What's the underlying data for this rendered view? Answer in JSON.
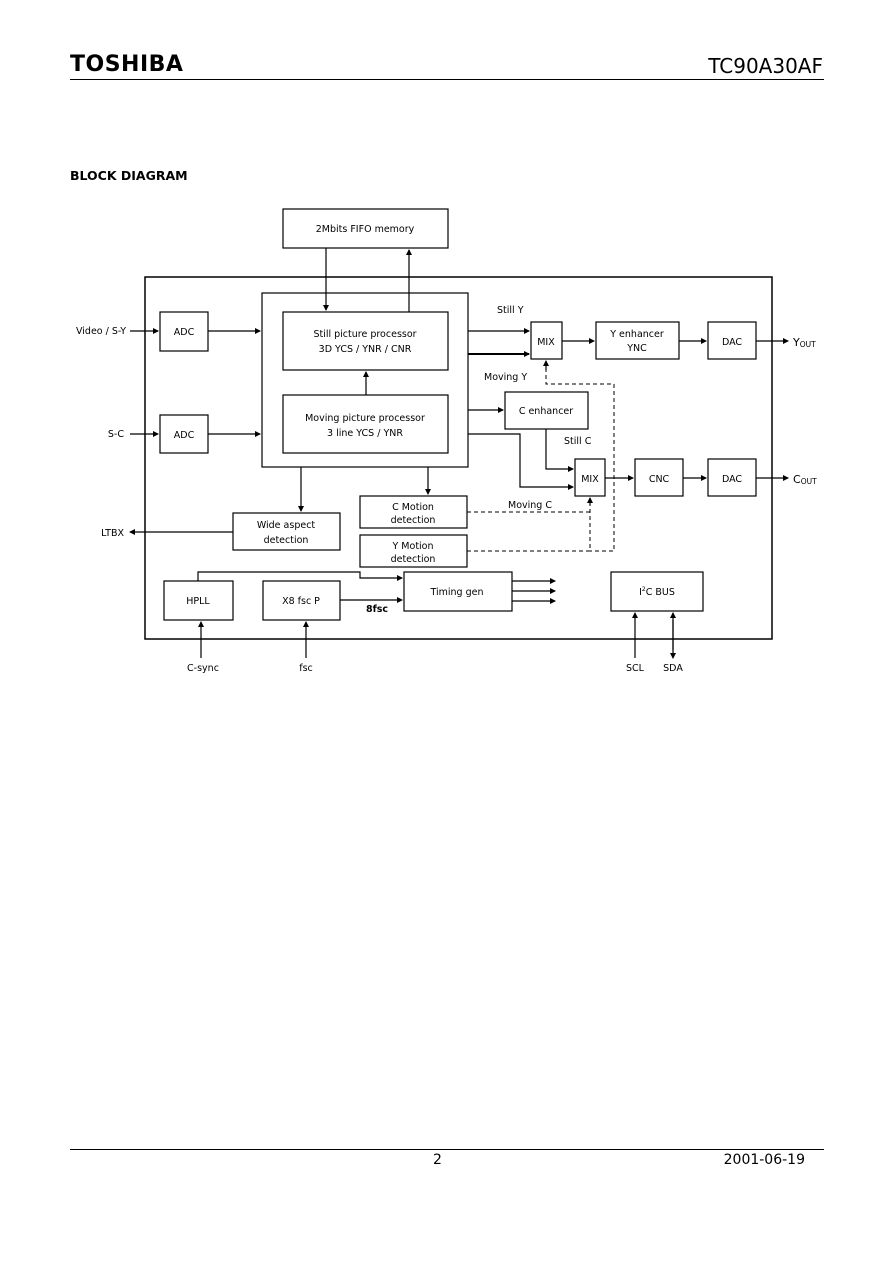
{
  "header": {
    "logo": "TOSHIBA",
    "part_number": "TC90A30AF"
  },
  "section_title": "BLOCK DIAGRAM",
  "diagram": {
    "fifo": "2Mbits FIFO memory",
    "still_proc_1": "Still picture processor",
    "still_proc_2": "3D YCS / YNR / CNR",
    "moving_proc_1": "Moving picture processor",
    "moving_proc_2": "3 line YCS / YNR",
    "adc": "ADC",
    "mix": "MIX",
    "dac": "DAC",
    "y_enh_1": "Y enhancer",
    "y_enh_2": "YNC",
    "c_enh": "C enhancer",
    "cnc": "CNC",
    "c_motion_1": "C Motion",
    "c_motion_2": "detection",
    "y_motion_1": "Y Motion",
    "y_motion_2": "detection",
    "wide_1": "Wide aspect",
    "wide_2": "detection",
    "pll": "HPLL",
    "x8": "X8 fsc P",
    "timing": "Timing gen",
    "i2c_main": "I",
    "i2c_sup": "2",
    "i2c_rest": "C BUS",
    "in_video": "Video / S-Y",
    "in_sc": "S-C",
    "out_ltbx": "LTBX",
    "out_y_main": "Y",
    "out_y_sub": "OUT",
    "out_c_main": "C",
    "out_c_sub": "OUT",
    "pin_csync": "C-sync",
    "pin_fsc": "fsc",
    "pin_scl": "SCL",
    "pin_sda": "SDA",
    "lbl_still_y": "Still Y",
    "lbl_moving_y": "Moving Y",
    "lbl_still_c": "Still C",
    "lbl_moving_c": "Moving C",
    "lbl_8fsc": "8fsc"
  },
  "footer": {
    "page": "2",
    "date": "2001-06-19"
  }
}
